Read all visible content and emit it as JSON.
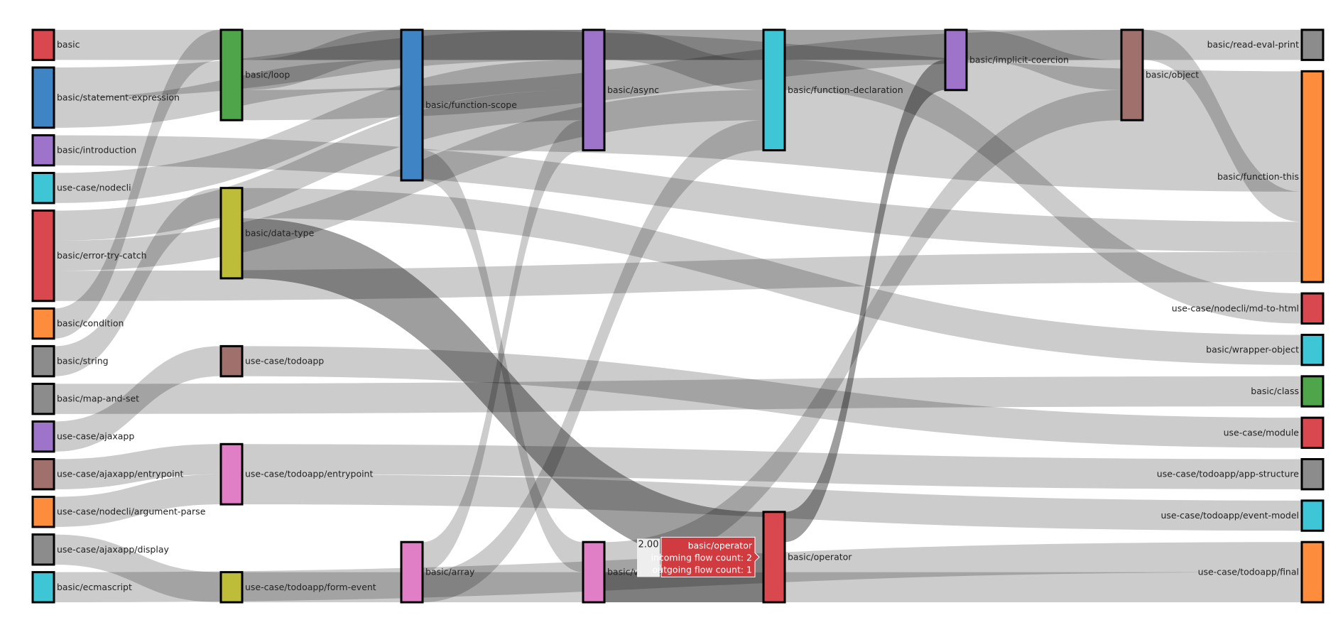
{
  "chart_data": {
    "type": "sankey",
    "title": "",
    "nodes": [
      {
        "name": "basic",
        "color": "#d9474f",
        "col": 0,
        "row": 0
      },
      {
        "name": "basic/statement-expression",
        "color": "#3f84c4",
        "col": 0,
        "row": 1
      },
      {
        "name": "basic/introduction",
        "color": "#9d74c9",
        "col": 0,
        "row": 2
      },
      {
        "name": "use-case/nodecli",
        "color": "#3fc6d6",
        "col": 0,
        "row": 3
      },
      {
        "name": "basic/error-try-catch",
        "color": "#d9474f",
        "col": 0,
        "row": 4
      },
      {
        "name": "basic/condition",
        "color": "#fd8d3c",
        "col": 0,
        "row": 5
      },
      {
        "name": "basic/string",
        "color": "#8c8c8c",
        "col": 0,
        "row": 6
      },
      {
        "name": "basic/map-and-set",
        "color": "#8c8c8c",
        "col": 0,
        "row": 7
      },
      {
        "name": "use-case/ajaxapp",
        "color": "#9d74c9",
        "col": 0,
        "row": 8
      },
      {
        "name": "use-case/ajaxapp/entrypoint",
        "color": "#a0716c",
        "col": 0,
        "row": 9
      },
      {
        "name": "use-case/nodecli/argument-parse",
        "color": "#fd8d3c",
        "col": 0,
        "row": 10
      },
      {
        "name": "use-case/ajaxapp/display",
        "color": "#8c8c8c",
        "col": 0,
        "row": 11
      },
      {
        "name": "basic/ecmascript",
        "color": "#3fc6d6",
        "col": 0,
        "row": 12
      },
      {
        "name": "basic/loop",
        "color": "#4fa64a",
        "col": 1,
        "row": 0
      },
      {
        "name": "basic/data-type",
        "color": "#bdbd3a",
        "col": 1,
        "row": 1
      },
      {
        "name": "use-case/todoapp",
        "color": "#a0716c",
        "col": 1,
        "row": 2
      },
      {
        "name": "use-case/todoapp/entrypoint",
        "color": "#e07fc6",
        "col": 1,
        "row": 3
      },
      {
        "name": "use-case/todoapp/form-event",
        "color": "#bdbd3a",
        "col": 1,
        "row": 4
      },
      {
        "name": "basic/function-scope",
        "color": "#3f84c4",
        "col": 2,
        "row": 0
      },
      {
        "name": "basic/array",
        "color": "#e07fc6",
        "col": 2,
        "row": 1
      },
      {
        "name": "basic/async",
        "color": "#9d74c9",
        "col": 3,
        "row": 0
      },
      {
        "name": "basic/variables",
        "color": "#e07fc6",
        "col": 3,
        "row": 1
      },
      {
        "name": "basic/function-declaration",
        "color": "#3fc6d6",
        "col": 4,
        "row": 0
      },
      {
        "name": "basic/operator",
        "color": "#d9474f",
        "col": 4,
        "row": 1
      },
      {
        "name": "basic/implicit-coercion",
        "color": "#9d74c9",
        "col": 5,
        "row": 0
      },
      {
        "name": "basic/object",
        "color": "#a0716c",
        "col": 6,
        "row": 0
      },
      {
        "name": "basic/read-eval-print",
        "color": "#8c8c8c",
        "col": 7,
        "row": 0
      },
      {
        "name": "basic/function-this",
        "color": "#fd8d3c",
        "col": 7,
        "row": 1
      },
      {
        "name": "use-case/nodecli/md-to-html",
        "color": "#d9474f",
        "col": 7,
        "row": 2
      },
      {
        "name": "basic/wrapper-object",
        "color": "#3fc6d6",
        "col": 7,
        "row": 3
      },
      {
        "name": "basic/class",
        "color": "#4fa64a",
        "col": 7,
        "row": 4
      },
      {
        "name": "use-case/module",
        "color": "#d9474f",
        "col": 7,
        "row": 5
      },
      {
        "name": "use-case/todoapp/app-structure",
        "color": "#8c8c8c",
        "col": 7,
        "row": 6
      },
      {
        "name": "use-case/todoapp/event-model",
        "color": "#3fc6d6",
        "col": 7,
        "row": 7
      },
      {
        "name": "use-case/todoapp/final",
        "color": "#fd8d3c",
        "col": 7,
        "row": 8
      }
    ],
    "links": [
      {
        "source": "basic",
        "target": "basic/read-eval-print",
        "value": 1
      },
      {
        "source": "basic/statement-expression",
        "target": "basic/async",
        "value": 1
      },
      {
        "source": "basic/statement-expression",
        "target": "basic/function-scope",
        "value": 1
      },
      {
        "source": "basic/introduction",
        "target": "basic/function-this",
        "value": 1
      },
      {
        "source": "use-case/nodecli",
        "target": "basic/async",
        "value": 1
      },
      {
        "source": "basic/error-try-catch",
        "target": "basic/async",
        "value": 1
      },
      {
        "source": "basic/error-try-catch",
        "target": "basic/function-this",
        "value": 1
      },
      {
        "source": "basic/error-try-catch",
        "target": "basic/function-declaration",
        "value": 1
      },
      {
        "source": "basic/condition",
        "target": "basic/loop",
        "value": 1
      },
      {
        "source": "basic/string",
        "target": "basic/data-type",
        "value": 1
      },
      {
        "source": "basic/map-and-set",
        "target": "basic/class",
        "value": 1
      },
      {
        "source": "use-case/ajaxapp",
        "target": "use-case/todoapp",
        "value": 1
      },
      {
        "source": "use-case/ajaxapp/entrypoint",
        "target": "use-case/todoapp/entrypoint",
        "value": 1
      },
      {
        "source": "use-case/nodecli/argument-parse",
        "target": "use-case/todoapp/entrypoint",
        "value": 1
      },
      {
        "source": "use-case/ajaxapp/display",
        "target": "use-case/todoapp/form-event",
        "value": 1
      },
      {
        "source": "basic/ecmascript",
        "target": "use-case/todoapp/final",
        "value": 1
      },
      {
        "source": "basic/loop",
        "target": "basic/function-declaration",
        "value": 1
      },
      {
        "source": "basic/loop",
        "target": "basic/function-scope",
        "value": 1
      },
      {
        "source": "basic/loop",
        "target": "basic/object",
        "value": 1
      },
      {
        "source": "basic/data-type",
        "target": "basic/operator",
        "value": 2
      },
      {
        "source": "basic/data-type",
        "target": "basic/wrapper-object",
        "value": 1
      },
      {
        "source": "use-case/todoapp",
        "target": "use-case/module",
        "value": 1
      },
      {
        "source": "use-case/todoapp/entrypoint",
        "target": "use-case/todoapp/app-structure",
        "value": 1
      },
      {
        "source": "use-case/todoapp/entrypoint",
        "target": "use-case/todoapp/event-model",
        "value": 1
      },
      {
        "source": "use-case/todoapp/form-event",
        "target": "use-case/todoapp/final",
        "value": 1
      },
      {
        "source": "basic/function-scope",
        "target": "basic/function-this",
        "value": 4
      },
      {
        "source": "basic/function-scope",
        "target": "basic/variables",
        "value": 1
      },
      {
        "source": "basic/array",
        "target": "basic/async",
        "value": 1
      },
      {
        "source": "basic/array",
        "target": "basic/function-declaration",
        "value": 1
      },
      {
        "source": "basic/async",
        "target": "basic/function-declaration",
        "value": 1
      },
      {
        "source": "basic/variables",
        "target": "basic/operator",
        "value": 1
      },
      {
        "source": "basic/variables",
        "target": "basic/object",
        "value": 1
      },
      {
        "source": "basic/function-declaration",
        "target": "basic/implicit-coercion",
        "value": 1
      },
      {
        "source": "basic/function-declaration",
        "target": "use-case/nodecli/md-to-html",
        "value": 1
      },
      {
        "source": "basic/operator",
        "target": "basic/implicit-coercion",
        "value": 1
      },
      {
        "source": "basic/implicit-coercion",
        "target": "basic/object",
        "value": 1
      },
      {
        "source": "basic/object",
        "target": "basic/function-this",
        "value": 1
      }
    ],
    "hover": {
      "node": "basic/operator",
      "value_label": "2.00",
      "lines": [
        "basic/operator",
        "incoming flow count: 2",
        "outgoing flow count: 1"
      ]
    }
  }
}
